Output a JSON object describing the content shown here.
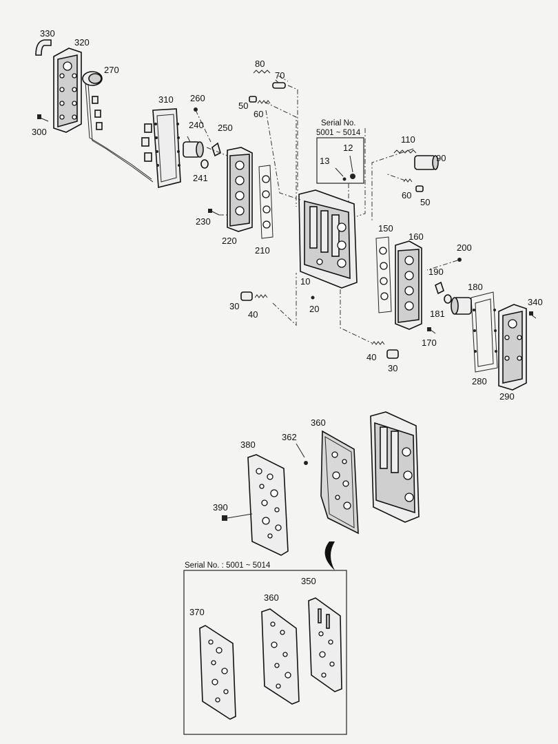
{
  "serial_top": {
    "line1": "Serial No.",
    "line2": "5001 ~ 5014"
  },
  "serial_bottom": "Serial No. : 5001 ~ 5014",
  "labels": {
    "p10": "10",
    "p12": "12",
    "p13": "13",
    "p20": "20",
    "p30a": "30",
    "p30b": "30",
    "p40a": "40",
    "p40b": "40",
    "p50a": "50",
    "p50b": "50",
    "p60a": "60",
    "p60b": "60",
    "p70": "70",
    "p80": "80",
    "p90": "90",
    "p110": "110",
    "p150": "150",
    "p160": "160",
    "p170": "170",
    "p180": "180",
    "p181": "181",
    "p190": "190",
    "p200": "200",
    "p210": "210",
    "p220": "220",
    "p230": "230",
    "p240": "240",
    "p241": "241",
    "p250": "250",
    "p260": "260",
    "p270": "270",
    "p280": "280",
    "p290": "290",
    "p300": "300",
    "p310": "310",
    "p320": "320",
    "p330": "330",
    "p340": "340",
    "p350": "350",
    "p360a": "360",
    "p360b": "360",
    "p362": "362",
    "p370": "370",
    "p380": "380",
    "p390": "390"
  },
  "colors": {
    "background": "#f4f4f3",
    "line": "#111111"
  }
}
